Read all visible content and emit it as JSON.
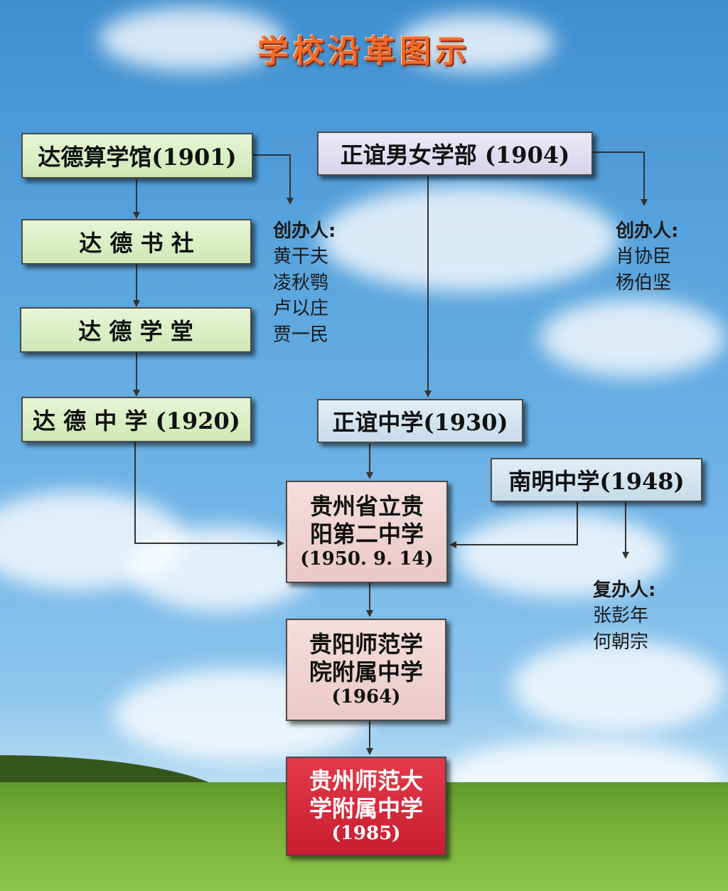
{
  "title": "学校沿革图示",
  "boxes": {
    "dade_suanxueguan": "达德算学馆(1901)",
    "dade_shushe": "达 德 书 社",
    "dade_xuetang": "达 德 学 堂",
    "dade_zhongxue": "达 德 中 学 (1920)",
    "zhengyi_nannv": "正谊男女学部 (1904)",
    "zhengyi_zhongxue": "正谊中学(1930)",
    "nanming_zhongxue": "南明中学(1948)",
    "guizhou_erzhong": {
      "line1": "贵州省立贵",
      "line2": "阳第二中学",
      "line3": "(1950. 9. 14)"
    },
    "shifan_xueyuan": {
      "line1": "贵阳师范学",
      "line2": "院附属中学",
      "line3": "(1964)"
    },
    "shifan_daxue": {
      "line1": "贵州师范大",
      "line2": "学附属中学",
      "line3": "(1985)"
    }
  },
  "founders_dade": {
    "heading": "创办人:",
    "names": [
      "黄干夫",
      "凌秋鹗",
      "卢以庄",
      "贾一民"
    ]
  },
  "founders_zhengyi": {
    "heading": "创办人:",
    "names": [
      "肖协臣",
      "杨伯坚"
    ]
  },
  "refounders_nanming": {
    "heading": "复办人:",
    "names": [
      "张彭年",
      "何朝宗"
    ]
  },
  "colors": {
    "title": "#f26a2a",
    "box_green": "#d8eec2",
    "box_lavender": "#e2ddef",
    "box_blue": "#d2e4ef",
    "box_pink": "#f0d2d2",
    "box_red": "#d42a3c",
    "connector": "#333333"
  }
}
